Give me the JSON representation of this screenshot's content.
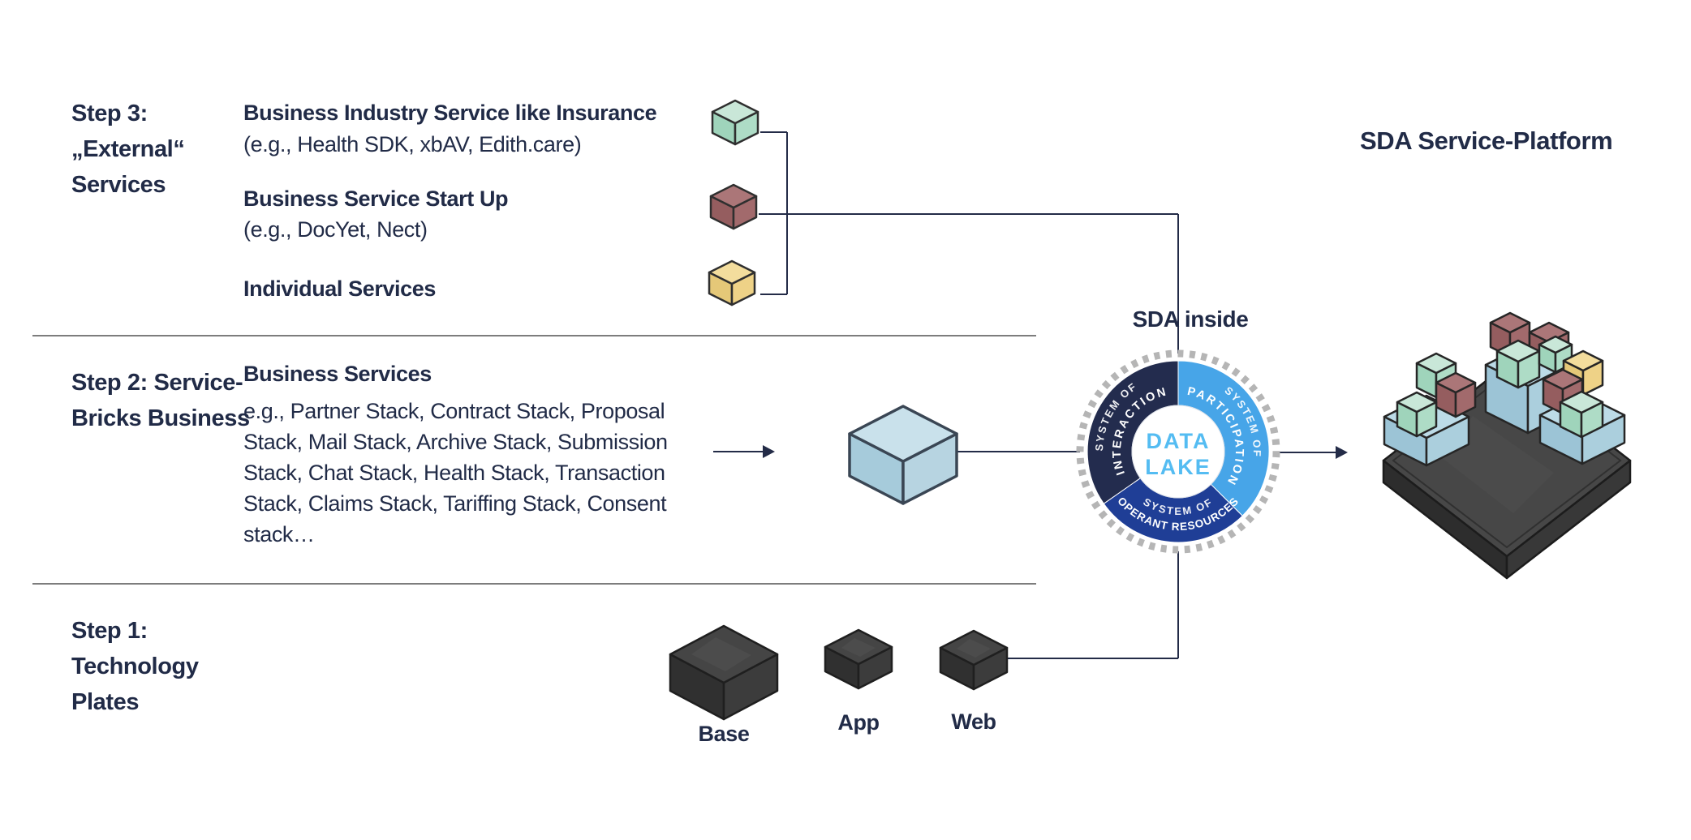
{
  "title": "SDA Service-Platform",
  "hub_label": "SDA inside",
  "steps": {
    "step3": "Step 3:\n„External“\nServices",
    "step2": "Step 2: Service-\nBricks  Business",
    "step1": "Step 1:\nTechnology\nPlates"
  },
  "external_services": {
    "items": [
      {
        "title": "Business Industry Service like Insurance",
        "subtitle": "(e.g., Health SDK, xbAV, Edith.care)",
        "cube": "mint-green"
      },
      {
        "title": "Business Service Start Up",
        "subtitle": "(e.g., DocYet, Nect)",
        "cube": "brick-red"
      },
      {
        "title": "Individual Services",
        "subtitle": "",
        "cube": "sand-yellow"
      }
    ]
  },
  "service_bricks": {
    "heading": "Business Services",
    "description": "e.g., Partner Stack, Contract Stack, Proposal Stack, Mail Stack, Archive Stack, Submission Stack, Chat Stack, Health Stack, Transaction Stack, Claims Stack, Tariffing Stack, Consent stack…"
  },
  "technology_plates": [
    "Base",
    "App",
    "Web"
  ],
  "hub": {
    "center": [
      "DATA",
      "LAKE"
    ],
    "segments": [
      {
        "label_top": "SYSTEM OF",
        "label_main": "INTERACTION",
        "color": "#232c4e"
      },
      {
        "label_top": "SYSTEM OF",
        "label_main": "PARTICIPATION",
        "color": "#47a5e8"
      },
      {
        "label_top": "SYSTEM OF",
        "label_main": "OPERANT RESOURCES",
        "color": "#1f3e96"
      }
    ],
    "center_text_color": "#54bcf2",
    "dotted_ring_color": "#b5b5b5"
  },
  "colors": {
    "text": "#212b47",
    "connector": "#232b47",
    "divider": "#7d7d7d",
    "mint_green_cube": "#aedcc6",
    "brick_red_cube": "#a26a6c",
    "sand_yellow_cube": "#eed287",
    "service_brick_blue": "#b7d4e1",
    "technology_plate_gray": "#3d3d3d"
  }
}
